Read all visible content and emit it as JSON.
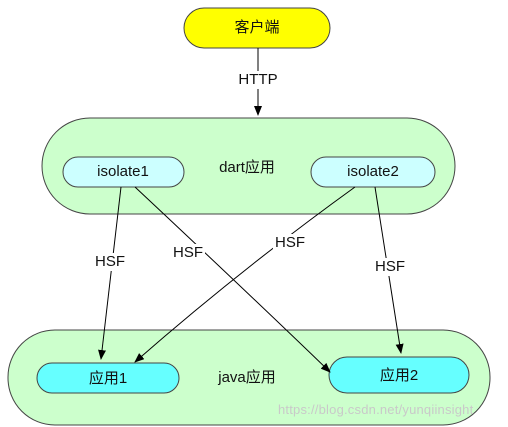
{
  "nodes": {
    "client": "客户端",
    "dart_group": "dart应用",
    "isolate1": "isolate1",
    "isolate2": "isolate2",
    "java_group": "java应用",
    "app1": "应用1",
    "app2": "应用2"
  },
  "edges": {
    "http": "HTTP",
    "hsf_isolate1_app1": "HSF",
    "hsf_isolate1_app2": "HSF",
    "hsf_isolate2_app1": "HSF",
    "hsf_isolate2_app2": "HSF"
  },
  "watermark": "https://blog.csdn.net/yunqiinsight",
  "colors": {
    "client_fill": "#ffff00",
    "group_fill": "#ccffcc",
    "node_fill": "#ccffff",
    "app_fill": "#66ffff",
    "stroke": "#333333"
  }
}
